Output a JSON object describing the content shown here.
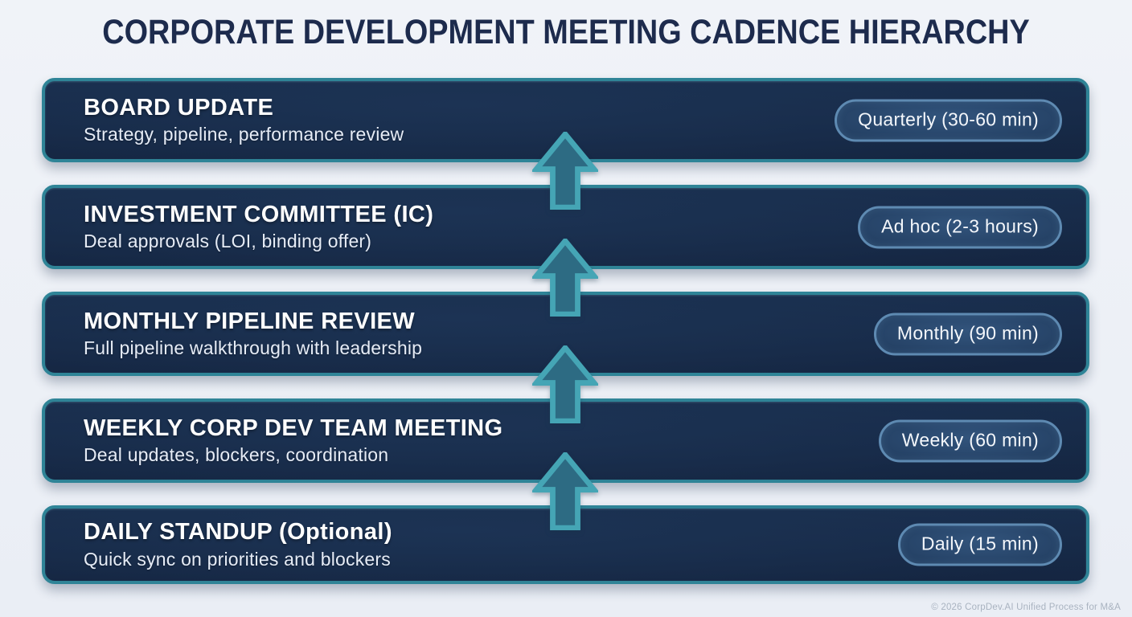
{
  "title": "CORPORATE DEVELOPMENT MEETING CADENCE HIERARCHY",
  "levels": [
    {
      "title": "BOARD UPDATE",
      "subtitle": "Strategy, pipeline, performance review",
      "badge": "Quarterly (30-60 min)"
    },
    {
      "title": "INVESTMENT COMMITTEE (IC)",
      "subtitle": "Deal approvals (LOI, binding offer)",
      "badge": "Ad hoc (2-3 hours)"
    },
    {
      "title": "MONTHLY PIPELINE REVIEW",
      "subtitle": "Full pipeline walkthrough with leadership",
      "badge": "Monthly (90 min)"
    },
    {
      "title": "WEEKLY CORP DEV TEAM MEETING",
      "subtitle": "Deal updates, blockers, coordination",
      "badge": "Weekly (60 min)"
    },
    {
      "title": "DAILY STANDUP (Optional)",
      "subtitle": "Quick sync on priorities and blockers",
      "badge": "Daily (15 min)"
    }
  ],
  "arrows": {
    "direction": "up",
    "count": 4
  },
  "footer": "© 2026 CorpDev.AI Unified Process for M&A",
  "colors": {
    "page_background": "#eff2f8",
    "title_text": "#1d2b4d",
    "bar_fill": "#152841",
    "bar_border_teal": "#2f8497",
    "badge_border": "#5e8ab2",
    "badge_fill": "#2b4a6e",
    "badge_text": "#f4f7fb",
    "arrow_fill": "#2d6b83",
    "arrow_outline": "#45a5b5",
    "subtitle_text": "#e6ecf6",
    "footer_text": "#a9b3c0"
  }
}
